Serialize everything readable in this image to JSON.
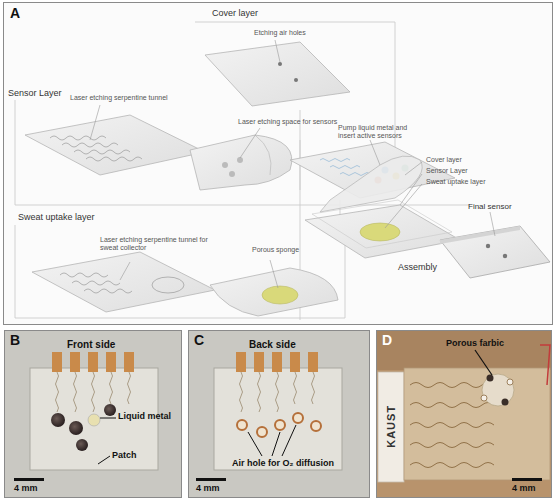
{
  "diagram": {
    "nodes": [
      {
        "text": [
          "A"
        ]
      },
      {
        "text": [
          "B",
          "Front side"
        ]
      },
      {
        "text": [
          "C",
          "Back side"
        ]
      },
      {
        "text": [
          "D"
        ]
      }
    ],
    "labels": [
      "Cover layer",
      "Etching air holes",
      "Sensor Layer",
      "Laser etching serpentine tunnel",
      "Laser etching space for sensors",
      "Pump liquid metal and insert active sensors",
      "Cover layer",
      "Sensor Layer",
      "Sweat uptake layer",
      "Final sensor",
      "Assembly",
      "Sweat uptake layer",
      "Laser etching serpentine tunnel for sweat collector",
      "Porous sponge",
      "Liquid metal",
      "Patch",
      "4 mm",
      "Air hole for O₂ diffusion",
      "4 mm",
      "Porous farbic",
      "KAUST",
      "4 mm"
    ]
  }
}
